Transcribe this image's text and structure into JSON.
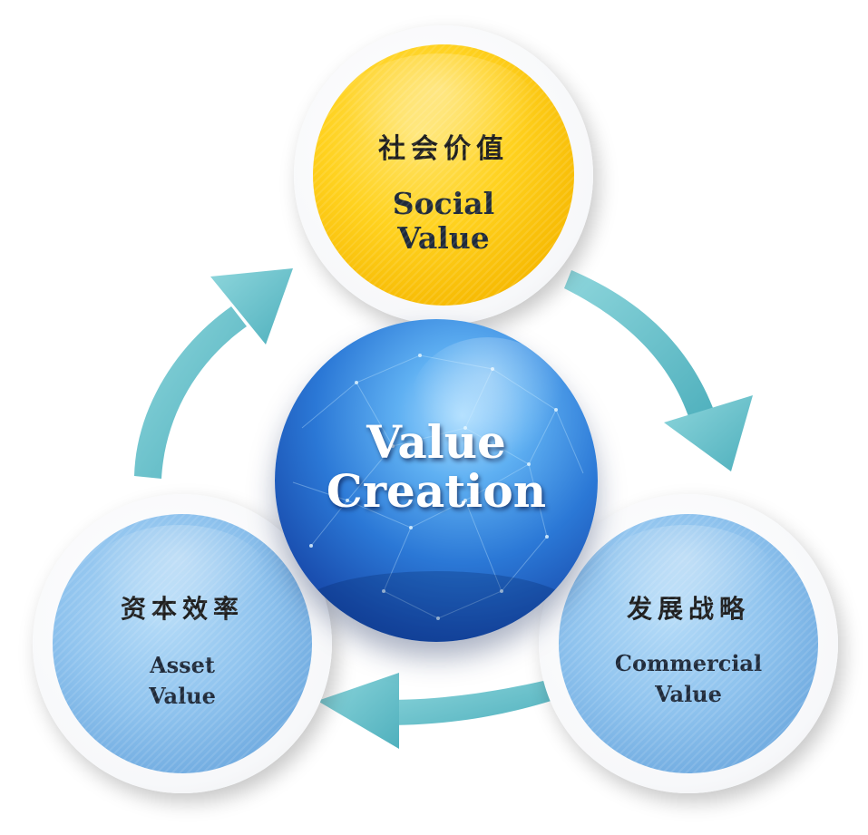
{
  "center": {
    "line1": "Value",
    "line2": "Creation"
  },
  "social": {
    "zh": "社会价值",
    "en_line1": "Social",
    "en_line2": "Value"
  },
  "commercial": {
    "zh": "发展战略",
    "en_line1": "Commercial",
    "en_line2": "Value"
  },
  "asset": {
    "zh": "资本效率",
    "en_line1": "Asset",
    "en_line2": "Value"
  },
  "colors": {
    "arrow": "#6fc3cc",
    "yellow": "#ffd21f",
    "light_blue": "#8fc3ee",
    "globe_blue": "#2b78d6"
  }
}
